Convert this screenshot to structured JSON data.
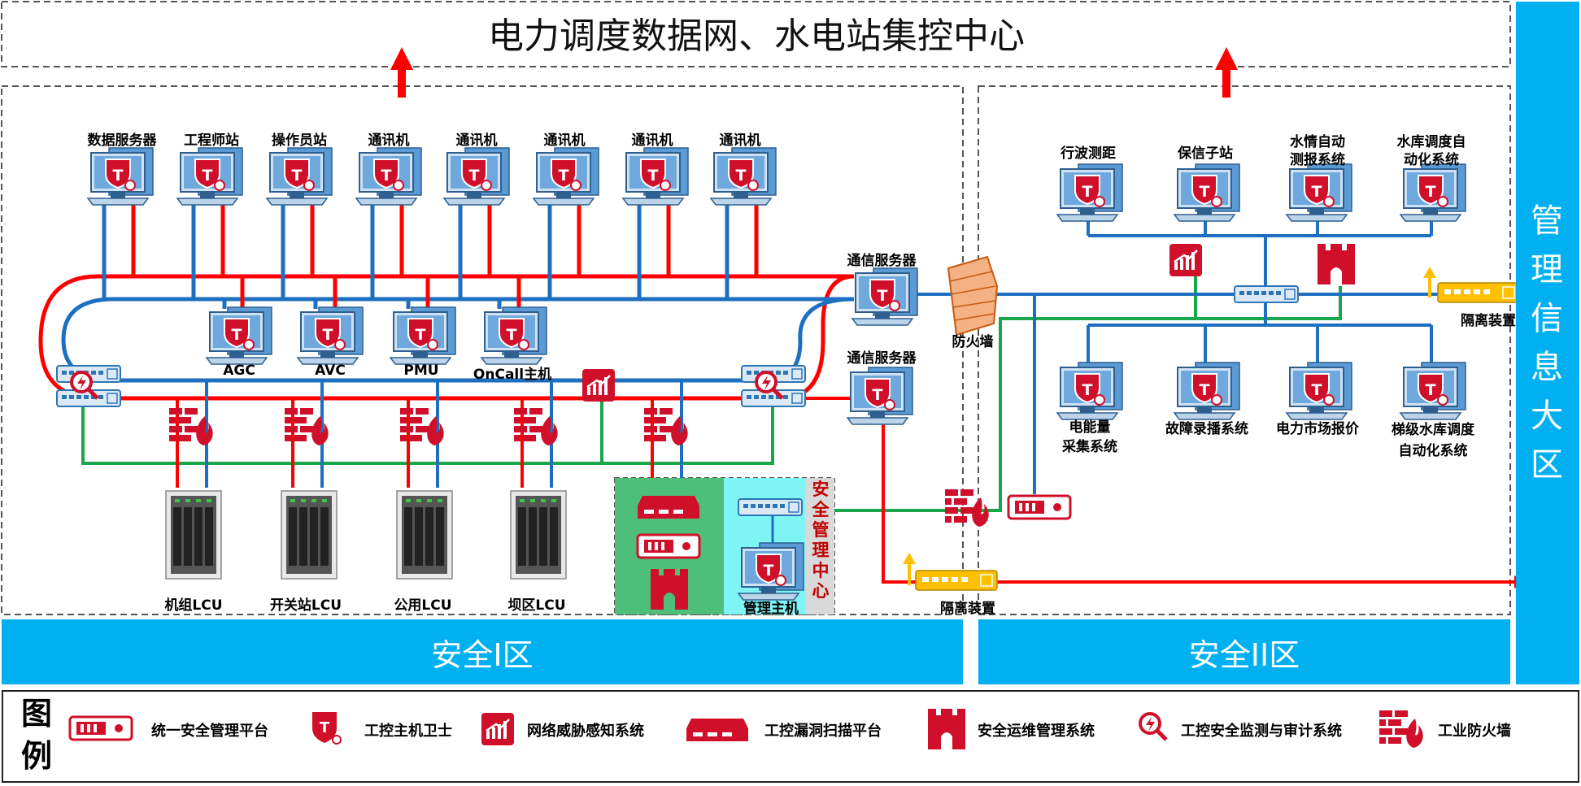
{
  "header": {
    "title": "电力调度数据网、水电站集控中心"
  },
  "zone1": {
    "name": "安全I区",
    "top_hosts": [
      "数据服务器",
      "工程师站",
      "操作员站",
      "通讯机",
      "通讯机",
      "通讯机",
      "通讯机",
      "通讯机"
    ],
    "app_hosts": [
      "AGC",
      "AVC",
      "PMU",
      "OnCall主机"
    ],
    "comm_servers": [
      "通信服务器",
      "通信服务器"
    ],
    "firewall": "防火墙",
    "lcu": [
      "机组LCU",
      "开关站LCU",
      "公用LCU",
      "坝区LCU"
    ],
    "security_center": {
      "title": "安全管理中心",
      "host": "管理主机"
    },
    "isolator": "隔离装置"
  },
  "zone2": {
    "name": "安全II区",
    "top_hosts": [
      "行波测距",
      "保信子站",
      "水情自动测报系统",
      "水库调度自动化系统"
    ],
    "top_hosts_display": [
      [
        "行波测距"
      ],
      [
        "保信子站"
      ],
      [
        "水情自动",
        "测报系统"
      ],
      [
        "水库调度自",
        "动化系统"
      ]
    ],
    "bottom_hosts": [
      "电能量采集系统",
      "故障录播系统",
      "电力市场报价",
      "梯级水库调度自动化系统"
    ],
    "bottom_hosts_display": [
      [
        "电能量",
        "采集系统"
      ],
      [
        "故障录播系统"
      ],
      [
        "电力市场报价"
      ],
      [
        "梯级水库调度",
        "自动化系统"
      ]
    ],
    "isolator": "隔离装置"
  },
  "zone3": {
    "name": "管理信息大区"
  },
  "legend": {
    "title": "图例",
    "title_chars": [
      "图",
      "例"
    ],
    "items": [
      {
        "icon": "unified-security-platform-icon",
        "label": "统一安全管理平台"
      },
      {
        "icon": "host-guard-icon",
        "label": "工控主机卫士"
      },
      {
        "icon": "threat-awareness-icon",
        "label": "网络威胁感知系统"
      },
      {
        "icon": "vuln-scan-platform-icon",
        "label": "工控漏洞扫描平台"
      },
      {
        "icon": "ops-management-icon",
        "label": "安全运维管理系统"
      },
      {
        "icon": "audit-system-icon",
        "label": "工控安全监测与审计系统"
      },
      {
        "icon": "industrial-firewall-icon",
        "label": "工业防火墙"
      }
    ]
  },
  "colors": {
    "blue_line": "#1e6fc0",
    "red_line": "#ff0000",
    "green_line": "#1aa64a",
    "band": "#00b0f0",
    "device_red": "#d0102a",
    "isolator_yellow": "#ffc000"
  }
}
